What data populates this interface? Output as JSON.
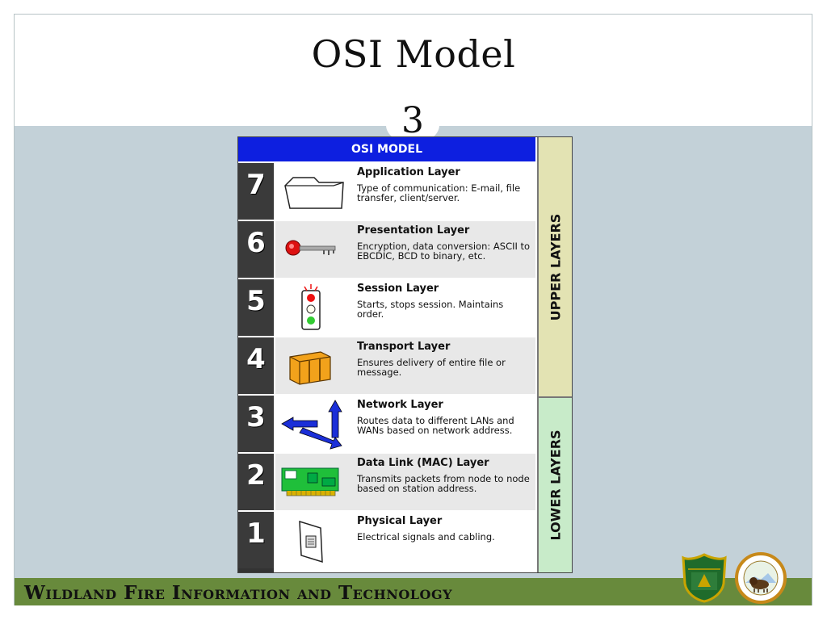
{
  "slide": {
    "title": "OSI Model",
    "number": "3",
    "footer": "Wildland Fire Information and Technology"
  },
  "osi_chart": {
    "header": "OSI MODEL",
    "upper_label": "UPPER LAYERS",
    "lower_label": "LOWER LAYERS",
    "layers": [
      {
        "number": "7",
        "name": "Application Layer",
        "description": "Type of communication: E-mail, file transfer, client/server.",
        "icon": "folder-icon"
      },
      {
        "number": "6",
        "name": "Presentation Layer",
        "description": "Encryption, data conversion: ASCII to EBCDIC, BCD to binary, etc.",
        "icon": "key-icon"
      },
      {
        "number": "5",
        "name": "Session Layer",
        "description": "Starts, stops session. Maintains order.",
        "icon": "traffic-light-icon"
      },
      {
        "number": "4",
        "name": "Transport Layer",
        "description": "Ensures delivery of entire file or message.",
        "icon": "package-icon"
      },
      {
        "number": "3",
        "name": "Network Layer",
        "description": "Routes data to different LANs and WANs based on network address.",
        "icon": "routing-arrows-icon"
      },
      {
        "number": "2",
        "name": "Data Link (MAC) Layer",
        "description": "Transmits packets from node to node based on station address.",
        "icon": "network-card-icon"
      },
      {
        "number": "1",
        "name": "Physical Layer",
        "description": "Electrical signals and cabling.",
        "icon": "cable-jack-icon"
      }
    ]
  },
  "logos": {
    "forest_service": "forest-service-shield-icon",
    "interior": "department-of-interior-seal-icon"
  },
  "colors": {
    "header_blue": "#0d1fe0",
    "upper_band": "#e3e3b3",
    "lower_band": "#c8ebc9",
    "footer_green": "#688a3c",
    "slide_background": "#c3d1d8"
  }
}
